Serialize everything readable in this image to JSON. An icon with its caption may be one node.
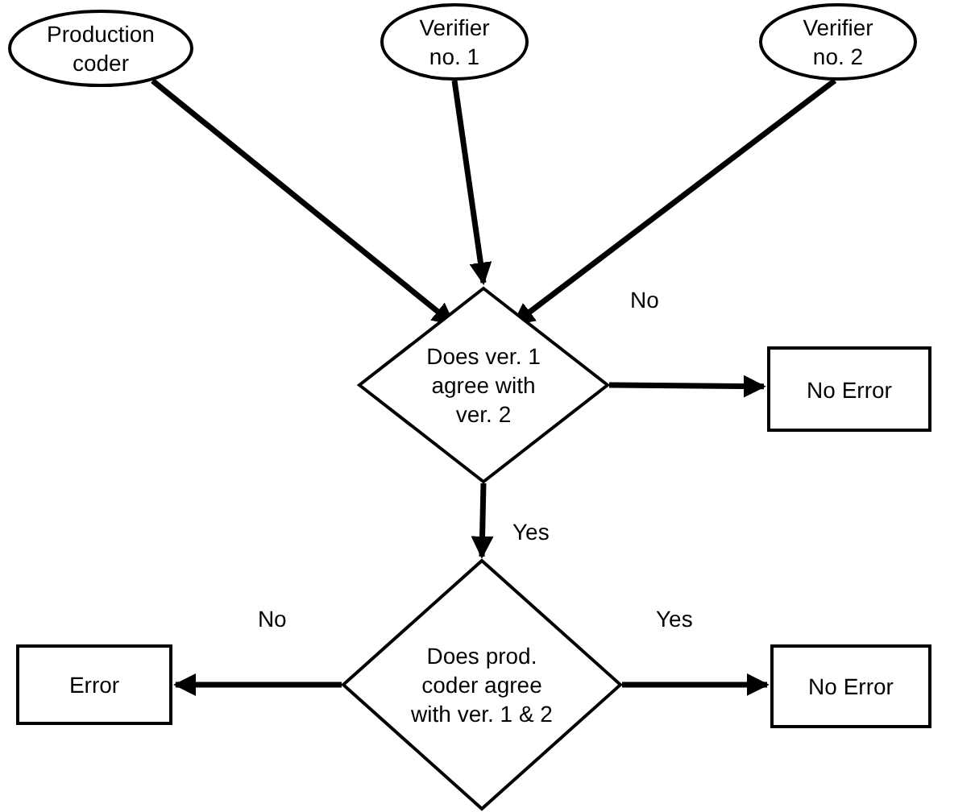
{
  "diagram": {
    "nodes": [
      {
        "text": [
          "Production coder"
        ]
      },
      {
        "text": [
          "Verifier no. 1"
        ]
      },
      {
        "text": [
          "Verifier no. 2"
        ]
      },
      {
        "text": [
          "Does ver. 1 agree with ver. 2"
        ]
      },
      {
        "text": [
          "No Error"
        ]
      },
      {
        "text": [
          "Does prod. coder agree with ver. 1 & 2"
        ]
      },
      {
        "text": [
          "Error"
        ]
      },
      {
        "text": [
          "No Error"
        ]
      }
    ],
    "edges": [
      {
        "from": 0,
        "to": 3,
        "arrow": "to"
      },
      {
        "from": 1,
        "to": 3,
        "arrow": "to"
      },
      {
        "from": 2,
        "to": 3,
        "arrow": "to"
      },
      {
        "from": 3,
        "to": 4,
        "arrow": "to",
        "label": "No"
      },
      {
        "from": 3,
        "to": 5,
        "arrow": "to",
        "label": "Yes"
      },
      {
        "from": 5,
        "to": 6,
        "arrow": "to",
        "label": "No"
      },
      {
        "from": 5,
        "to": 7,
        "arrow": "to",
        "label": "Yes"
      }
    ]
  }
}
